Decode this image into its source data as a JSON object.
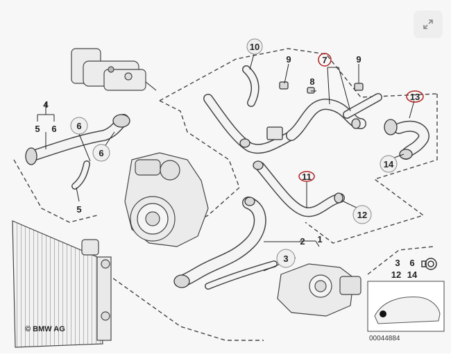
{
  "ui": {
    "expand_icon": "expand-arrows-icon"
  },
  "diagram": {
    "copyright": "© BMW AG",
    "part_number": "00044884",
    "callouts": {
      "c10": "10",
      "c9a": "9",
      "c7": "7",
      "c9b": "9",
      "c8": "8",
      "c13": "13",
      "c4": "4",
      "c5a": "5",
      "c6a": "6",
      "c6b": "6",
      "c6c": "6",
      "c5b": "5",
      "c14": "14",
      "c11": "11",
      "c12": "12",
      "c2": "2",
      "c1": "1",
      "c3": "3"
    },
    "legend": {
      "l3": "3",
      "l6": "6",
      "l12": "12",
      "l14": "14"
    }
  },
  "colors": {
    "background": "#f7f7f7",
    "line": "#3a3a3a",
    "circle_fill": "#f0f0f0",
    "highlight": "#b02020",
    "label": "#222222",
    "expand_bg": "#eeeeee"
  }
}
